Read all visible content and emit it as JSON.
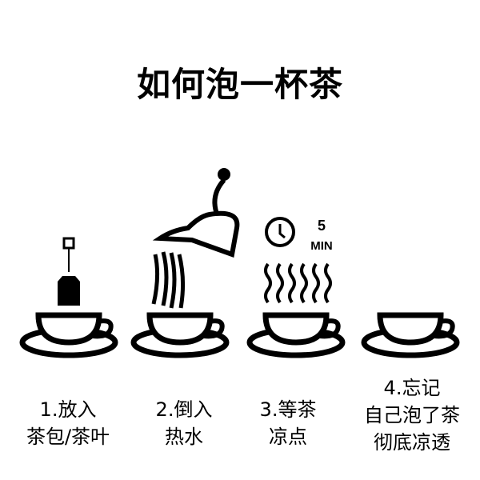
{
  "title": "如何泡一杯茶",
  "steps": [
    {
      "line1": "1.放入",
      "line2": "茶包/茶叶"
    },
    {
      "line1": "2.倒入",
      "line2": "热水"
    },
    {
      "line1": "3.等茶",
      "line2": "凉点",
      "timer_value": "5",
      "timer_unit": "MIN"
    },
    {
      "line1": "4.忘记",
      "line2": "自己泡了茶",
      "line3": "彻底凉透"
    }
  ]
}
